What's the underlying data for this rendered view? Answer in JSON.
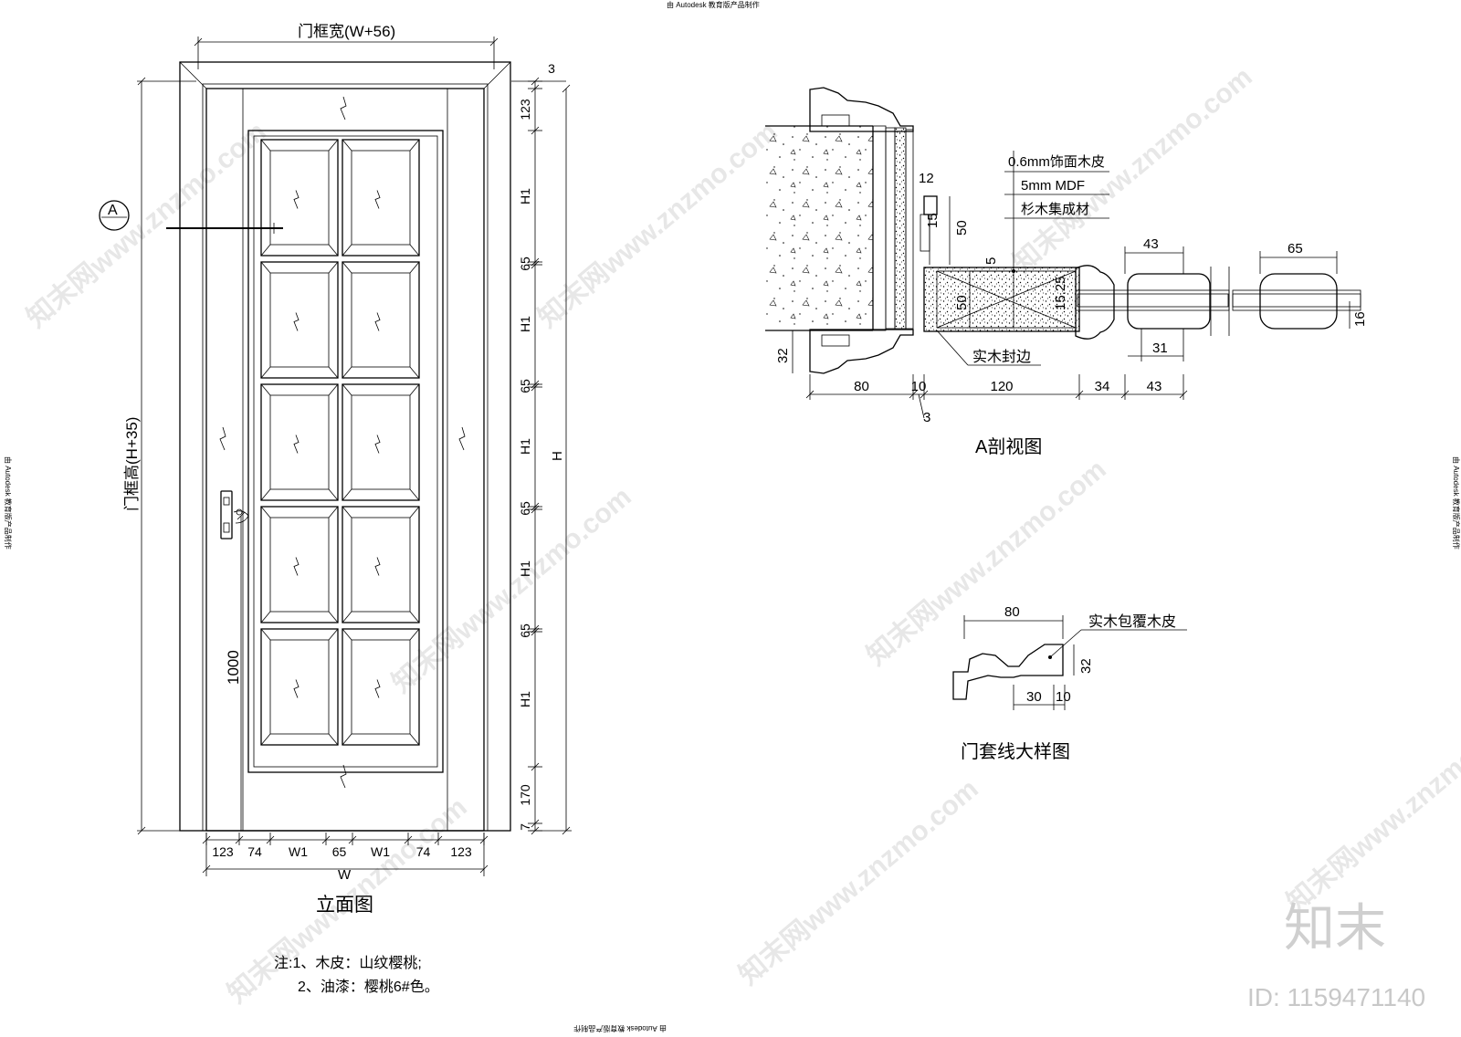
{
  "stamps": {
    "top": "由 Autodesk 教育版产品制作",
    "bottom": "由 Autodesk 教育版产品制作",
    "left": "由 Autodesk 教育版产品制作",
    "right": "由 Autodesk 教育版产品制作"
  },
  "watermark": {
    "text": "知末网www.znzmo.com",
    "logo": "知末",
    "id": "ID: 1159471140"
  },
  "elevation": {
    "title": "立面图",
    "top_dim": "门框宽(W+56)",
    "left_dim": "门框高(H+35)",
    "handle_height": "1000",
    "section_marker": "A",
    "bottom_dims": [
      "123",
      "74",
      "W1",
      "65",
      "W1",
      "74",
      "123"
    ],
    "overall_width": "W",
    "right_dims": [
      "3",
      "123",
      "H1",
      "65",
      "H1",
      "65",
      "H1",
      "65",
      "H1",
      "65",
      "H1",
      "170",
      "7"
    ],
    "overall_height": "H"
  },
  "notes": {
    "line1": "注:1、木皮：山纹樱桃;",
    "line2": "2、油漆：樱桃6#色。"
  },
  "section": {
    "title": "A剖视图",
    "materials": [
      "0.6mm饰面木皮",
      "5mm MDF",
      "杉木集成材"
    ],
    "edge_label": "实木封边",
    "dims_bottom": [
      "80",
      "10",
      "120",
      "34",
      "43"
    ],
    "dim_3": "3",
    "dim_32": "32",
    "dim_12": "12",
    "dim_15": "15",
    "dim_50a": "50",
    "dim_5": "5",
    "dim_50b": "50",
    "dim_15_25": "15.25",
    "dim_43_top": "43",
    "dim_31": "31",
    "dim_65": "65",
    "dim_16": "16"
  },
  "casing": {
    "title": "门套线大样图",
    "label": "实木包覆木皮",
    "dim_80": "80",
    "dim_32": "32",
    "dim_30": "30",
    "dim_10": "10"
  }
}
